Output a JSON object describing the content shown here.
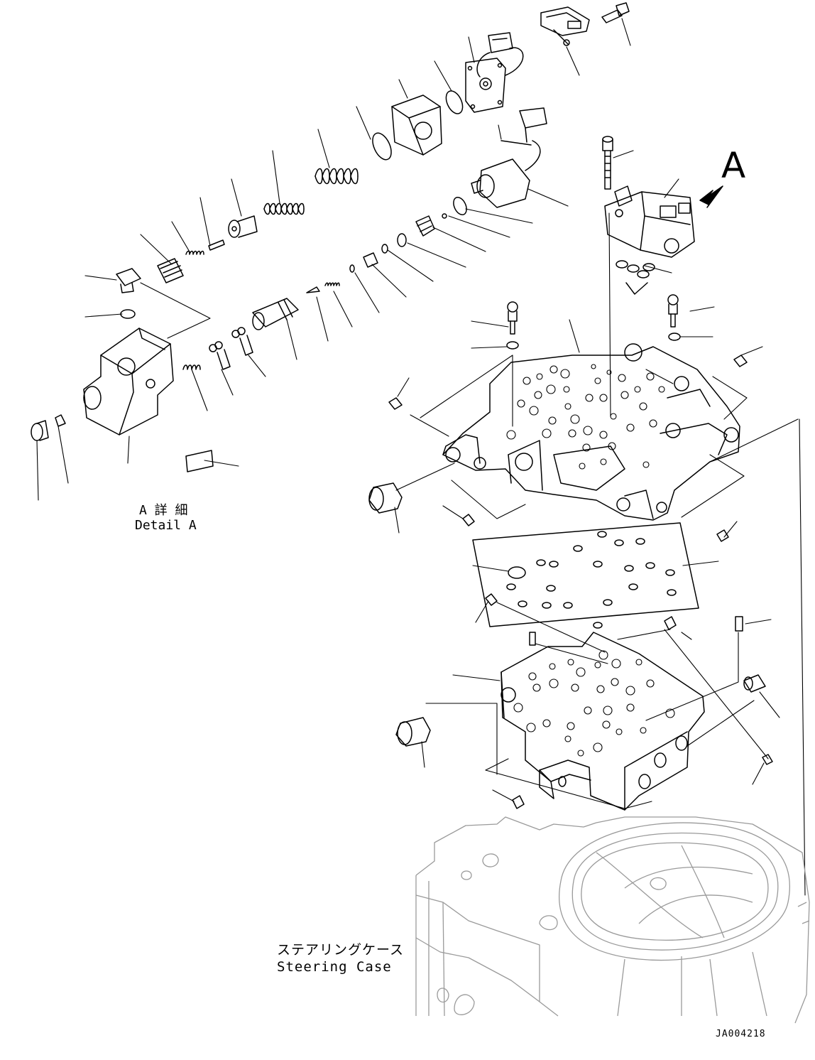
{
  "view_marker": "A",
  "detail": {
    "jp": "A 詳 細",
    "en": "Detail A"
  },
  "case_label": {
    "jp": "ステアリングケース",
    "en": "Steering Case"
  },
  "drawing_id": "JA004218",
  "colors": {
    "ink": "#000000",
    "paper": "#ffffff",
    "case_line": "#9a9a9a"
  }
}
